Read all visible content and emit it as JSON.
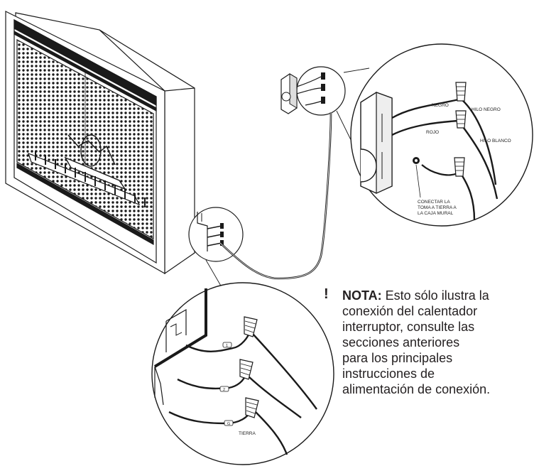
{
  "labels": {
    "negro": "NEGRO",
    "hilo_negro": "HILO NEGRO",
    "rojo": "ROJO",
    "hilo_blanco": "HILO BLANCO",
    "conectar_1": "CONECTAR LA",
    "conectar_2": "TOMA A TIERRA  A",
    "conectar_3": "LA CAJA MURAL",
    "wire_1": "1",
    "wire_2": "2",
    "wire_g": "G",
    "tierra": "TIERRA"
  },
  "note": {
    "icon": "!",
    "title": "NOTA:",
    "line1_rest": " Esto sólo ilustra la",
    "line2": "conexión del calentador",
    "line3": "interruptor, consulte las",
    "line4": "secciones anteriores",
    "line5": "para los principales",
    "line6": "instrucciones de",
    "line7": "alimentación de conexión."
  }
}
